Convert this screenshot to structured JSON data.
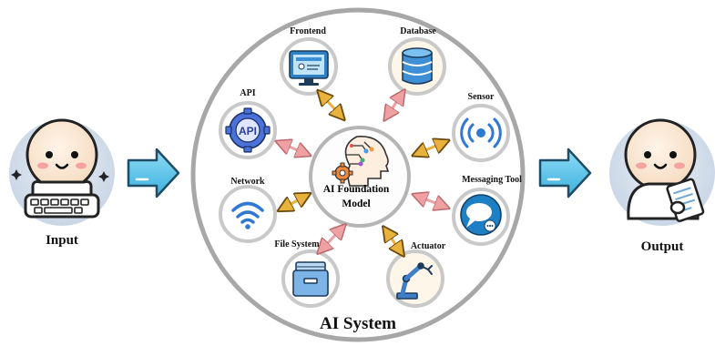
{
  "input_label": "Input",
  "output_label": "Output",
  "system_label": "AI System",
  "center": {
    "line1": "AI Foundation",
    "line2": "Model"
  },
  "modules": {
    "frontend": "Frontend",
    "database": "Database",
    "api": "API",
    "api_badge": "API",
    "sensor": "Sensor",
    "network": "Network",
    "messaging": "Messaging Tool",
    "file_system": "File System",
    "actuator": "Actuator"
  },
  "colors": {
    "ring": "#a7a7a7",
    "io_arrow": "#5bc6ec",
    "arrow_yellow": "#e8b23c",
    "arrow_pink": "#eea0a3",
    "node_ring": "#c9c9c9"
  },
  "icons": {
    "input": "user-typing-keyboard-icon",
    "output": "user-reading-document-icon",
    "center": "ai-head-gear-icon",
    "frontend": "monitor-web-page-icon",
    "database": "database-cylinder-icon",
    "api": "api-gear-icon",
    "sensor": "signal-waves-icon",
    "network": "wifi-icon",
    "messaging": "chat-bubble-icon",
    "file_system": "file-cabinet-icon",
    "actuator": "robot-arm-icon"
  }
}
